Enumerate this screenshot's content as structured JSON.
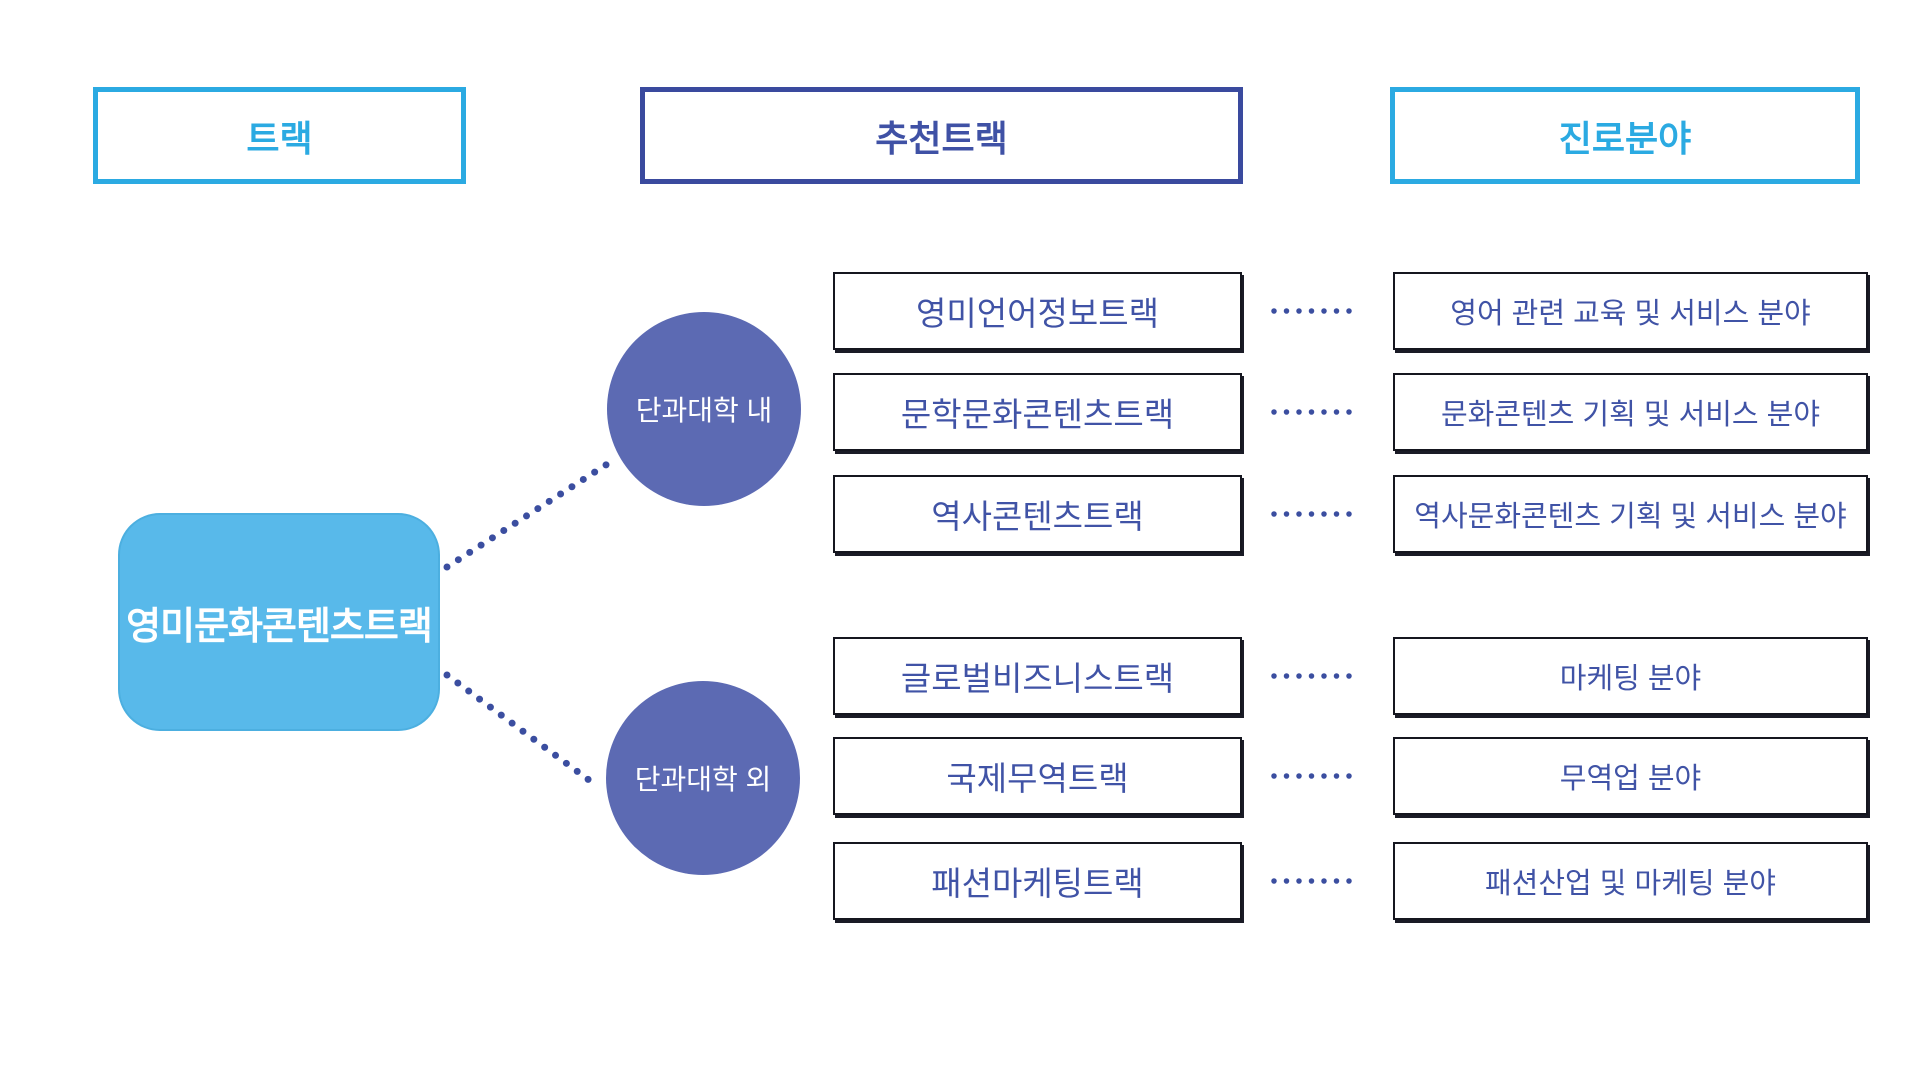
{
  "headers": {
    "track": "트랙",
    "recommended": "추천트랙",
    "career": "진로분야"
  },
  "main_track": {
    "label": "영미문화콘텐츠트랙"
  },
  "groups": {
    "inside": {
      "label": "단과대학 내"
    },
    "outside": {
      "label": "단과대학 외"
    }
  },
  "rows": [
    {
      "track": "영미언어정보트랙",
      "career": "영어 관련 교육 및 서비스 분야",
      "group": "단과대학 내"
    },
    {
      "track": "문학문화콘텐츠트랙",
      "career": "문화콘텐츠 기획 및 서비스 분야",
      "group": "단과대학 내"
    },
    {
      "track": "역사콘텐츠트랙",
      "career": "역사문화콘텐츠 기획 및 서비스 분야",
      "group": "단과대학 내"
    },
    {
      "track": "글로벌비즈니스트랙",
      "career": "마케팅 분야",
      "group": "단과대학 외"
    },
    {
      "track": "국제무역트랙",
      "career": "무역업 분야",
      "group": "단과대학 외"
    },
    {
      "track": "패션마케팅트랙",
      "career": "패션산업 및 마케팅 분야",
      "group": "단과대학 외"
    }
  ],
  "colors": {
    "light_blue_accent": "#2BAAE2",
    "main_box_fill": "#58B9EA",
    "navy_header_border": "#3A4A9E",
    "box_text_blue": "#4053A6",
    "group_circle_fill": "#5C6AB3",
    "connector_dot_blue": "#3B4EA0",
    "row_box_border": "#15161F"
  }
}
